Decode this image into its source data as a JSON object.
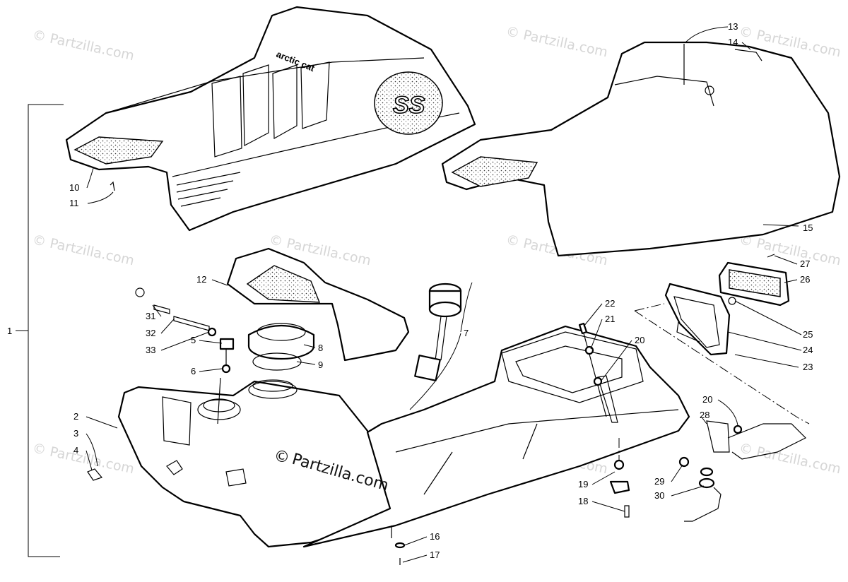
{
  "watermark": {
    "text": "© Partzilla.com",
    "center_text": "Partzilla.com",
    "color": "#d6d6d6"
  },
  "seat_logo": {
    "emblem": "SS",
    "brand": "arctic cat"
  },
  "callouts": [
    {
      "id": "c1",
      "label": "1"
    },
    {
      "id": "c2",
      "label": "2"
    },
    {
      "id": "c3",
      "label": "3"
    },
    {
      "id": "c4",
      "label": "4"
    },
    {
      "id": "c5",
      "label": "5"
    },
    {
      "id": "c6",
      "label": "6"
    },
    {
      "id": "c7",
      "label": "7"
    },
    {
      "id": "c8",
      "label": "8"
    },
    {
      "id": "c9",
      "label": "9"
    },
    {
      "id": "c10",
      "label": "10"
    },
    {
      "id": "c11",
      "label": "11"
    },
    {
      "id": "c12",
      "label": "12"
    },
    {
      "id": "c13",
      "label": "13"
    },
    {
      "id": "c14",
      "label": "14"
    },
    {
      "id": "c15",
      "label": "15"
    },
    {
      "id": "c16",
      "label": "16"
    },
    {
      "id": "c17",
      "label": "17"
    },
    {
      "id": "c18",
      "label": "18"
    },
    {
      "id": "c19",
      "label": "19"
    },
    {
      "id": "c20a",
      "label": "20"
    },
    {
      "id": "c20b",
      "label": "20"
    },
    {
      "id": "c21",
      "label": "21"
    },
    {
      "id": "c22",
      "label": "22"
    },
    {
      "id": "c23",
      "label": "23"
    },
    {
      "id": "c24",
      "label": "24"
    },
    {
      "id": "c25",
      "label": "25"
    },
    {
      "id": "c26",
      "label": "26"
    },
    {
      "id": "c27",
      "label": "27"
    },
    {
      "id": "c28",
      "label": "28"
    },
    {
      "id": "c29",
      "label": "29"
    },
    {
      "id": "c30",
      "label": "30"
    },
    {
      "id": "c31",
      "label": "31"
    },
    {
      "id": "c32",
      "label": "32"
    },
    {
      "id": "c33",
      "label": "33"
    }
  ]
}
